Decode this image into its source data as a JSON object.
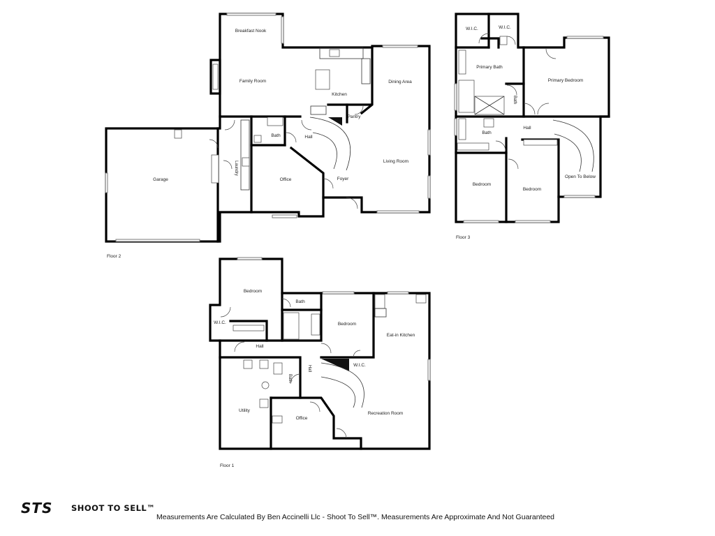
{
  "floors": {
    "floor2": {
      "label": "Floor 2",
      "rooms": {
        "breakfast_nook": "Breakfast Nook",
        "family_room": "Family Room",
        "kitchen": "Kitchen",
        "dining_area": "Dining Area",
        "pantry": "Pantry",
        "garage": "Garage",
        "laundry": "Laundry",
        "bath": "Bath",
        "hall": "Hall",
        "office": "Office",
        "foyer": "Foyer",
        "living_room": "Living Room"
      }
    },
    "floor3": {
      "label": "Floor 3",
      "rooms": {
        "wic_left": "W.I.C.",
        "wic_right": "W.I.C.",
        "primary_bath": "Primary Bath",
        "primary_bedroom": "Primary Bedroom",
        "bath_small": "Bath",
        "bath": "Bath",
        "hall": "Hall",
        "bedroom_left": "Bedroom",
        "bedroom_middle": "Bedroom",
        "open_to_below": "Open To Below"
      }
    },
    "floor1": {
      "label": "Floor 1",
      "rooms": {
        "bedroom_top": "Bedroom",
        "bath_top": "Bath",
        "bedroom_center": "Bedroom",
        "eatin_kitchen": "Eat-in Kitchen",
        "wic_left": "W.I.C.",
        "hall": "Hall",
        "hall_vertical": "Hall",
        "wic_center": "W.I.C.",
        "bath_vertical": "Bath",
        "utility": "Utility",
        "office": "Office",
        "recreation_room": "Recreation Room"
      }
    }
  },
  "brand": {
    "logo_mark": "STS",
    "name": "SHOOT TO SELL™"
  },
  "footer": {
    "disclaimer": "Measurements Are Calculated By Ben Accinelli Llc - Shoot To Sell™. Measurements Are Approximate And Not Guaranteed"
  }
}
